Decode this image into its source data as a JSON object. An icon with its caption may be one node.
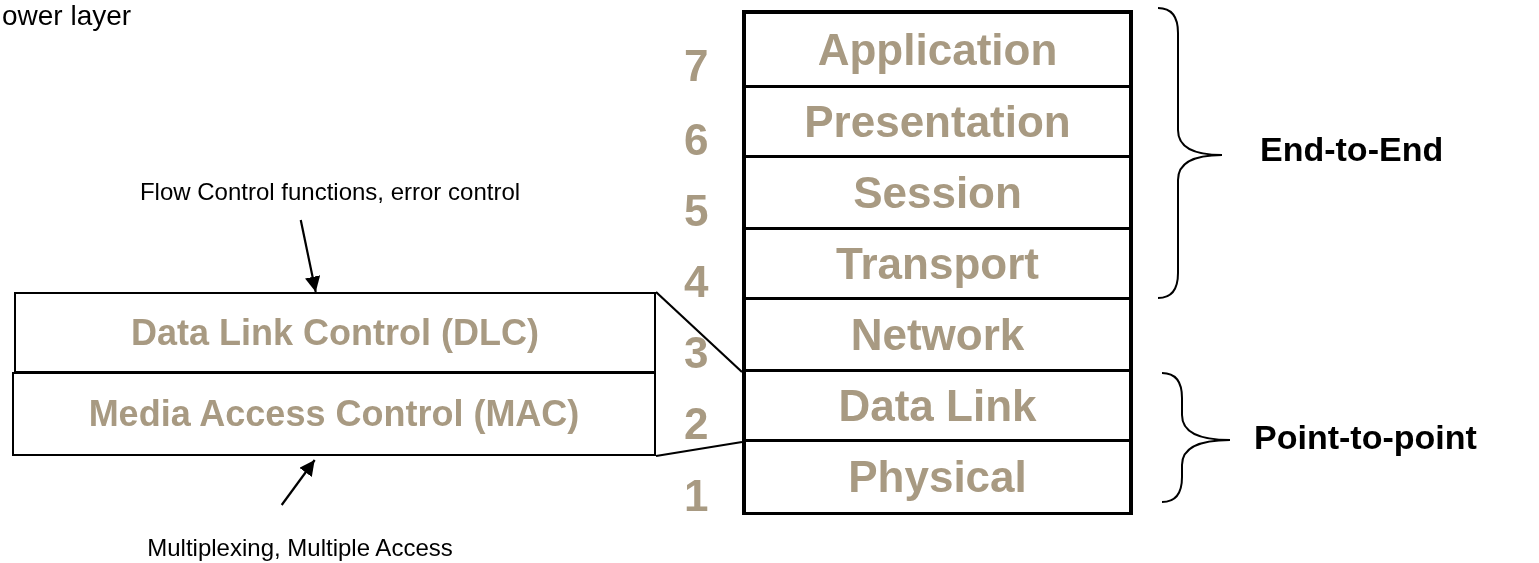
{
  "diagram": {
    "nodes": [
      {
        "text": [
          "Application"
        ],
        "beside": [
          "7"
        ]
      },
      {
        "text": [
          "Presentation"
        ],
        "beside": [
          "6"
        ]
      },
      {
        "text": [
          "Session"
        ],
        "beside": [
          "5"
        ]
      },
      {
        "text": [
          "Transport"
        ],
        "beside": [
          "4"
        ]
      },
      {
        "text": [
          "Network"
        ],
        "beside": [
          "3"
        ]
      },
      {
        "text": [
          "Data Link"
        ],
        "beside": [
          "2"
        ]
      },
      {
        "text": [
          "Physical"
        ],
        "beside": [
          "1"
        ]
      },
      {
        "text": [
          "Data Link Control (DLC)"
        ]
      },
      {
        "text": [
          "Media Access Control (MAC)"
        ]
      },
      {
        "text": [
          "Flow Control functions, error control"
        ]
      },
      {
        "text": [
          "Multiplexing, Multiple Access"
        ]
      }
    ],
    "edges": [
      {
        "from": 9,
        "to": 7,
        "arrow": "to"
      },
      {
        "from": 10,
        "to": 8,
        "arrow": "to"
      },
      {
        "from": 7,
        "to": 5,
        "arrow": "none"
      },
      {
        "from": 8,
        "to": 5,
        "arrow": "none"
      }
    ],
    "labels": [
      "ower layer",
      "End-to-End",
      "Point-to-point"
    ]
  }
}
